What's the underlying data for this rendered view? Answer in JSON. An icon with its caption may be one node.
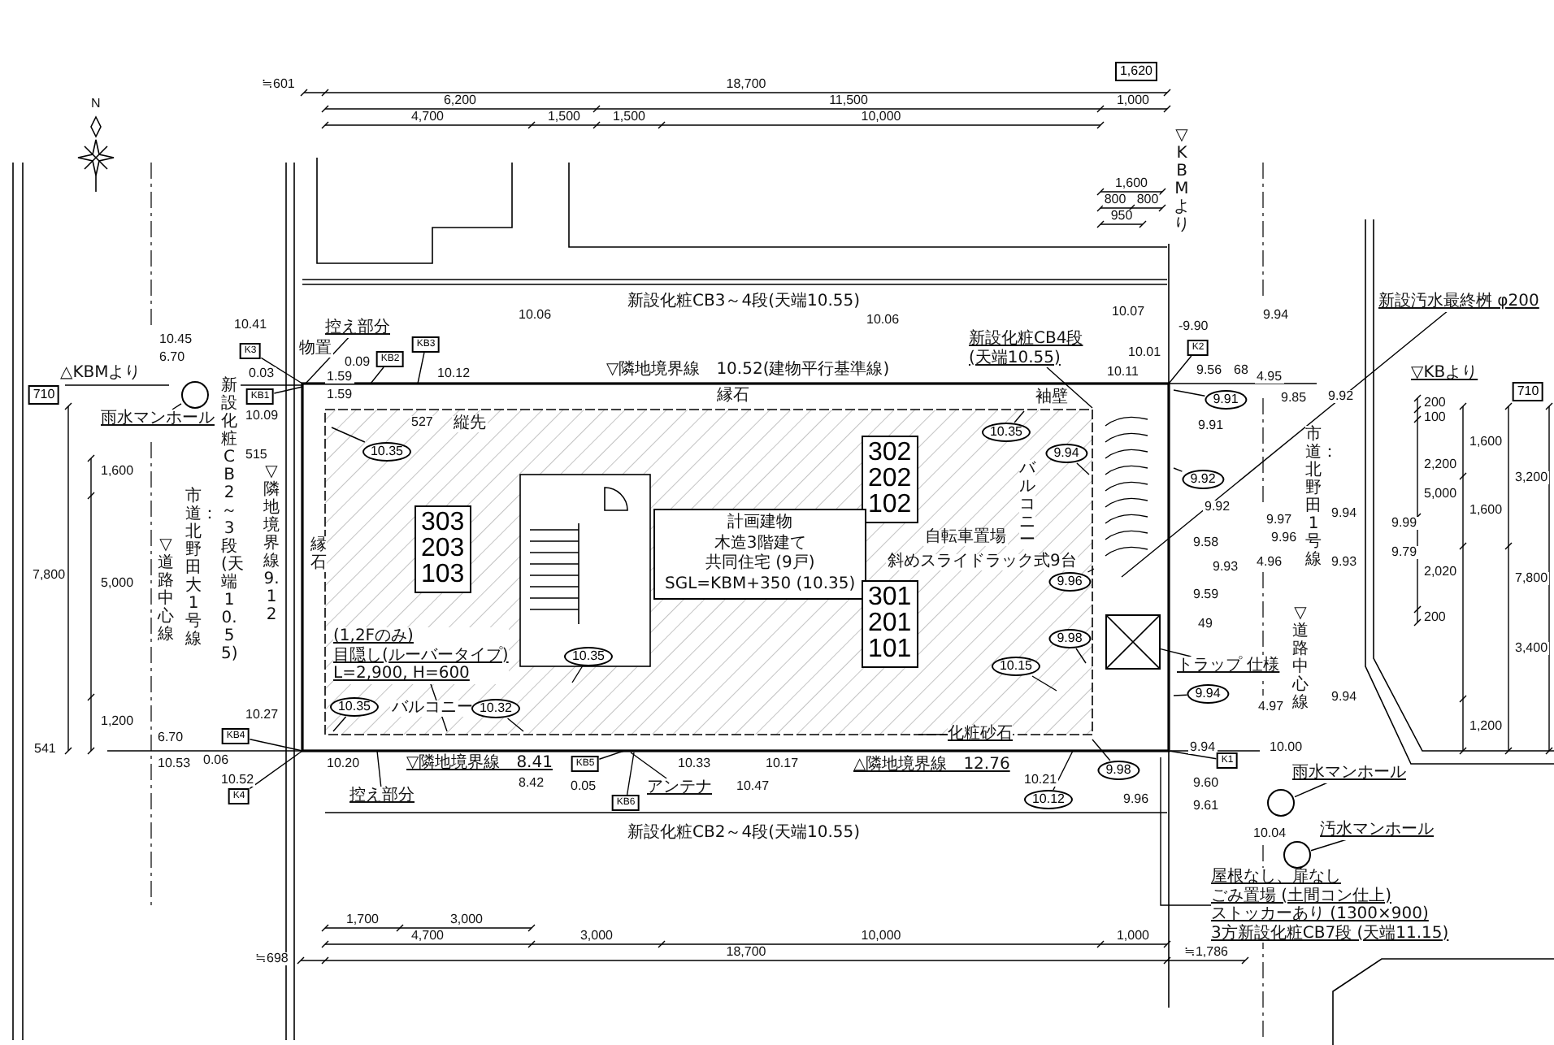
{
  "diagram": {
    "nodes": [
      {
        "text": [
          "303",
          "203",
          "103"
        ]
      },
      {
        "text": [
          "302",
          "202",
          "102"
        ]
      },
      {
        "text": [
          "計画建物",
          "木造3階建て",
          "共同住宅 (9戸)",
          "SGL=KBM+350 (10.35)"
        ]
      },
      {
        "text": [
          "301",
          "201",
          "101"
        ]
      },
      {
        "text": [
          "10.35"
        ]
      },
      {
        "text": [
          "10.35"
        ]
      },
      {
        "text": [
          "9.94"
        ]
      },
      {
        "text": [
          "9.91"
        ]
      },
      {
        "text": [
          "9.92"
        ]
      },
      {
        "text": [
          "10.35"
        ]
      },
      {
        "text": [
          "9.96"
        ]
      },
      {
        "text": [
          "9.98"
        ]
      },
      {
        "text": [
          "10.15"
        ]
      },
      {
        "text": [
          "9.94"
        ]
      },
      {
        "text": [
          "10.35"
        ]
      },
      {
        "text": [
          "10.32"
        ]
      },
      {
        "text": [
          "9.98"
        ]
      },
      {
        "text": [
          "10.12"
        ]
      },
      {
        "text": [
          "K3"
        ]
      },
      {
        "text": [
          "KB3"
        ]
      },
      {
        "text": [
          "KB2"
        ]
      },
      {
        "text": [
          "KB1"
        ]
      },
      {
        "text": [
          "KB4"
        ]
      },
      {
        "text": [
          "K4"
        ]
      },
      {
        "text": [
          "KB5"
        ]
      },
      {
        "text": [
          "KB6"
        ]
      },
      {
        "text": [
          "K2"
        ]
      },
      {
        "text": [
          "K1"
        ]
      },
      {
        "text": [
          "新設汚水最終桝 φ200"
        ]
      },
      {
        "text": [
          "屋根なし、扉なし",
          "ごみ置場 (土間コン仕上)",
          "ストッカーあり (1300×900)",
          "3方新設化粧CB7段 (天端11.15)"
        ]
      },
      {
        "text": [
          "(1,2Fのみ)",
          "目隠し(ルーバータイプ)",
          "L=2,900, H=600"
        ]
      },
      {
        "text": [
          "控え部分"
        ]
      },
      {
        "text": [
          "控え部分"
        ]
      },
      {
        "text": [
          "雨水マンホール"
        ]
      },
      {
        "text": [
          "雨水マンホール"
        ]
      },
      {
        "text": [
          "汚水マンホール"
        ]
      },
      {
        "text": [
          "1,620"
        ]
      },
      {
        "text": [
          "710"
        ]
      },
      {
        "text": [
          "710"
        ]
      },
      {
        "text": [],
        "shape": "circle"
      },
      {
        "text": [],
        "shape": "circle"
      },
      {
        "text": [],
        "shape": "circle"
      },
      {
        "text": [
          "新設化粧CB4段",
          "(天端10.55)"
        ]
      },
      {
        "text": [
          "トラップ 仕様"
        ]
      },
      {
        "text": [
          "▽隣地境界線　8.41"
        ]
      },
      {
        "text": [
          "△隣地境界線　12.76"
        ]
      },
      {
        "text": [
          "アンテナ"
        ]
      },
      {
        "text": [
          "化粧砂石"
        ]
      },
      {
        "text": [],
        "shape": "box"
      },
      {
        "text": [
          "▽KBより"
        ]
      }
    ],
    "edges": [
      {
        "from": 4,
        "to": null,
        "arrow": "none"
      },
      {
        "from": 5,
        "to": null,
        "arrow": "none"
      },
      {
        "from": 6,
        "to": null,
        "arrow": "none"
      },
      {
        "from": 7,
        "to": null,
        "arrow": "none"
      },
      {
        "from": 8,
        "to": null,
        "arrow": "none"
      },
      {
        "from": 9,
        "to": null,
        "arrow": "none"
      },
      {
        "from": 10,
        "to": null,
        "arrow": "none"
      },
      {
        "from": 11,
        "to": null,
        "arrow": "none"
      },
      {
        "from": 12,
        "to": null,
        "arrow": "none"
      },
      {
        "from": 13,
        "to": null,
        "arrow": "none"
      },
      {
        "from": 14,
        "to": null,
        "arrow": "none"
      },
      {
        "from": 15,
        "to": null,
        "arrow": "none"
      },
      {
        "from": 16,
        "to": null,
        "arrow": "none"
      },
      {
        "from": 17,
        "to": null,
        "arrow": "none"
      },
      {
        "from": 18,
        "to": null,
        "arrow": "none"
      },
      {
        "from": 19,
        "to": null,
        "arrow": "none"
      },
      {
        "from": 20,
        "to": null,
        "arrow": "none"
      },
      {
        "from": 21,
        "to": null,
        "arrow": "none"
      },
      {
        "from": 22,
        "to": null,
        "arrow": "none"
      },
      {
        "from": 23,
        "to": null,
        "arrow": "none"
      },
      {
        "from": 24,
        "to": null,
        "arrow": "none"
      },
      {
        "from": 25,
        "to": null,
        "arrow": "none"
      },
      {
        "from": 26,
        "to": null,
        "arrow": "none"
      },
      {
        "from": 27,
        "to": null,
        "arrow": "none"
      },
      {
        "from": 28,
        "to": null,
        "arrow": "none"
      },
      {
        "from": 29,
        "to": null,
        "arrow": "none"
      },
      {
        "from": 30,
        "to": null,
        "arrow": "none"
      },
      {
        "from": 31,
        "to": null,
        "arrow": "none"
      },
      {
        "from": 32,
        "to": null,
        "arrow": "none"
      },
      {
        "from": 33,
        "to": 39,
        "arrow": "none"
      },
      {
        "from": 34,
        "to": 40,
        "arrow": "none"
      },
      {
        "from": 35,
        "to": 41,
        "arrow": "none"
      },
      {
        "from": 42,
        "to": null,
        "arrow": "none"
      },
      {
        "from": 43,
        "to": 48,
        "arrow": "none"
      },
      {
        "from": 46,
        "to": null,
        "arrow": "none"
      },
      {
        "from": 47,
        "to": null,
        "arrow": "none"
      }
    ],
    "labels": [
      "N",
      "≒601",
      "18,700",
      "6,200",
      "11,500",
      "1,000",
      "4,700",
      "1,500",
      "1,500",
      "10,000",
      "1,600",
      "800",
      "800",
      "950",
      "新設化粧CB3～4段(天端10.55)",
      "10.06",
      "10.06",
      "▽隣地境界線　10.52(建物平行基準線)",
      "縁石",
      "10.07",
      "10.01",
      "10.11",
      "-9.90",
      "9.56",
      "68",
      "4.95",
      "9.85",
      "9.92",
      "9.94",
      "9.91",
      "袖壁",
      "バルコニー",
      "自転車置場",
      "斜めスライドラック式9台",
      "9.92",
      "9.58",
      "9.93",
      "9.59",
      "49",
      "4.96",
      "4.97",
      "9.97",
      "9.96",
      "9.94",
      "9.99",
      "9.93",
      "9.79",
      "9.94",
      "9.94",
      "9.60",
      "9.61",
      "9.96",
      "10.21",
      "10.00",
      "10.04",
      "1,000",
      "≒1,786",
      "8.42",
      "10.20",
      "10.27",
      "0.06",
      "10.52",
      "6.70",
      "10.53",
      "541",
      "10.33",
      "10.17",
      "0.05",
      "10.47",
      "新設化粧CB2～4段(天端10.55)",
      "バルコニー",
      "10.41",
      "物置",
      "0.09",
      "0.03",
      "1.59",
      "10.12",
      "1.59",
      "10.09",
      "10.45",
      "6.70",
      "△KBMより",
      "515",
      "527",
      "縦先",
      "1,600",
      "7,800",
      "5,000",
      "1,200",
      "▽道路中心線",
      "市道：北野田大1号線",
      "新設化粧CB2～3段(天端10.55)",
      "▽隣地境界線 9.12",
      "縁石",
      "1,700",
      "3,000",
      "4,700",
      "3,000",
      "10,000",
      "18,700",
      "≒698",
      "200",
      "100",
      "2,200",
      "5,000",
      "2,020",
      "200",
      "1,600",
      "1,600",
      "1,200",
      "3,200",
      "3,400",
      "7,800",
      "▽KBMより",
      "市道：北野田1号線",
      "▽道路中心線"
    ]
  }
}
